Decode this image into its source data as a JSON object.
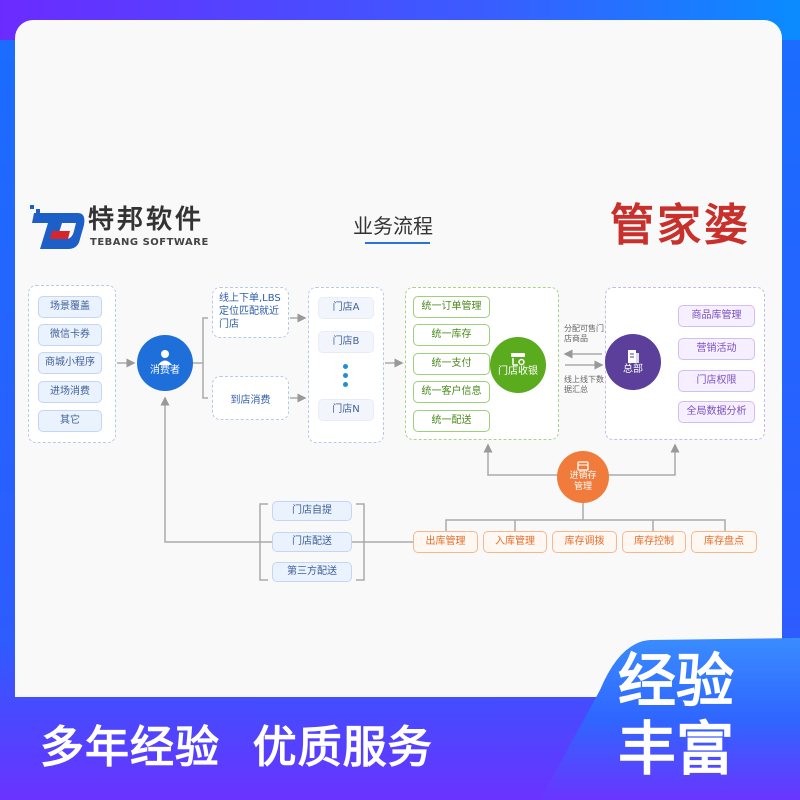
{
  "brand": {
    "name": "特邦软件",
    "sub": "TEBANG SOFTWARE",
    "partner": "管家婆"
  },
  "title": "业务流程",
  "channels": [
    "场景覆盖",
    "微信卡券",
    "商城小程序",
    "进场消费",
    "其它"
  ],
  "consumer": "消费者",
  "order_modes": [
    "线上下单,LBS定位匹配就近门店",
    "到店消费"
  ],
  "stores": [
    "门店A",
    "门店B",
    "门店N"
  ],
  "unified": [
    "统一订单管理",
    "统一库存",
    "统一支付",
    "统一客户信息",
    "统一配送"
  ],
  "store_cashier": "门店收银",
  "flow_labels": {
    "down": "分配可售门店商品",
    "up": "线上线下数据汇总"
  },
  "hq": "总部",
  "hq_items": [
    "商品库管理",
    "营销活动",
    "门店权限",
    "全局数据分析"
  ],
  "inventory": "进销存管理",
  "inventory_items": [
    "出库管理",
    "入库管理",
    "库存调拨",
    "库存控制",
    "库存盘点"
  ],
  "delivery": [
    "门店自提",
    "门店配送",
    "第三方配送"
  ],
  "banner": {
    "slogan": "多年经验  优质服务",
    "badge_line1": "经验",
    "badge_line2": "丰富"
  },
  "colors": {
    "blue": "#1e6fd9",
    "green": "#5aab1e",
    "purple": "#5b3f9a",
    "orange": "#f07b3a",
    "red": "#c8302c"
  }
}
